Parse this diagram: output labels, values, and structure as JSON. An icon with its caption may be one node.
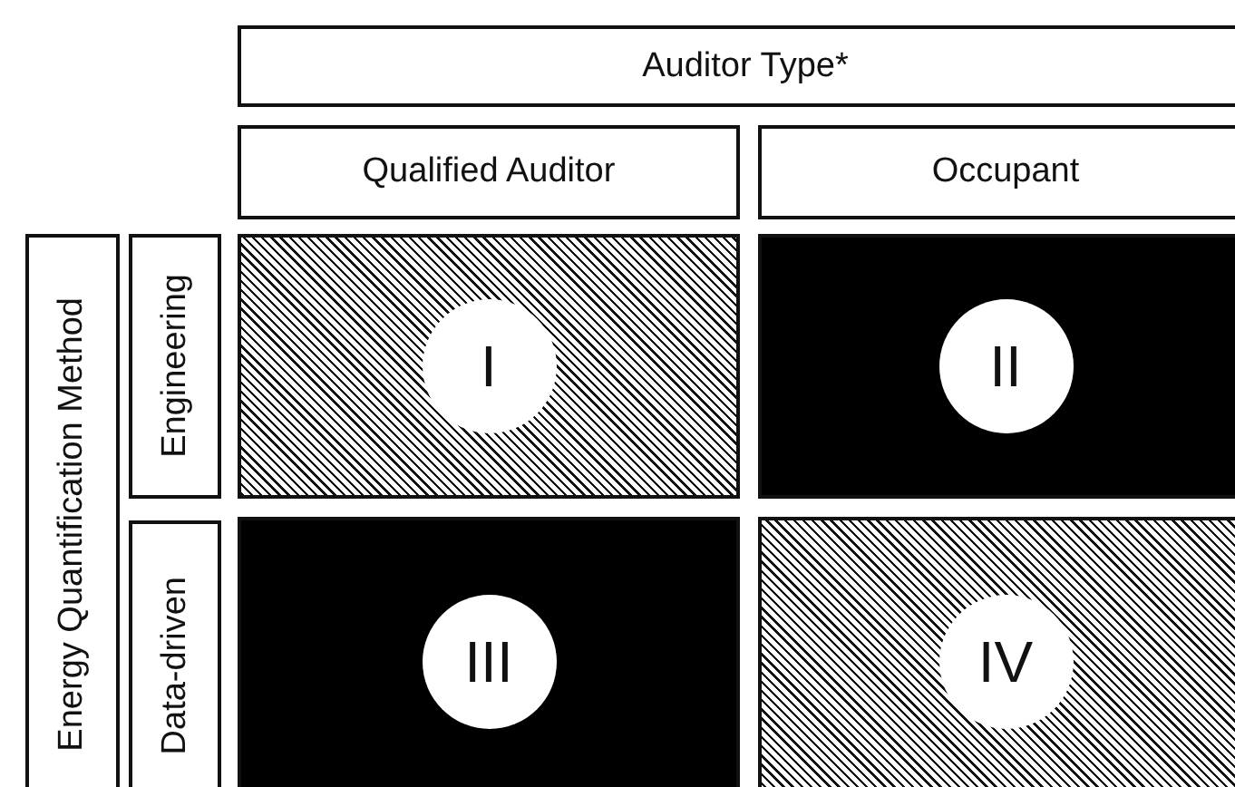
{
  "diagram": {
    "nodes": [
      {
        "text": [
          "Auditor Type*"
        ]
      },
      {
        "text": [
          "Qualified Auditor"
        ]
      },
      {
        "text": [
          "Occupant"
        ]
      },
      {
        "text": [
          "Energy Quantification Method"
        ]
      },
      {
        "text": [
          "Engineering"
        ]
      },
      {
        "text": [],
        "shape": "box"
      },
      {
        "text": [
          "I"
        ],
        "in": 5
      },
      {
        "text": [],
        "shape": "box"
      },
      {
        "text": [
          "II"
        ],
        "in": 7
      },
      {
        "text": [
          "Data-driven"
        ]
      },
      {
        "text": [],
        "shape": "box"
      },
      {
        "text": [
          "III"
        ],
        "in": 10
      },
      {
        "text": [],
        "shape": "box"
      },
      {
        "text": [
          "IV"
        ],
        "in": 12
      }
    ],
    "edges": []
  }
}
